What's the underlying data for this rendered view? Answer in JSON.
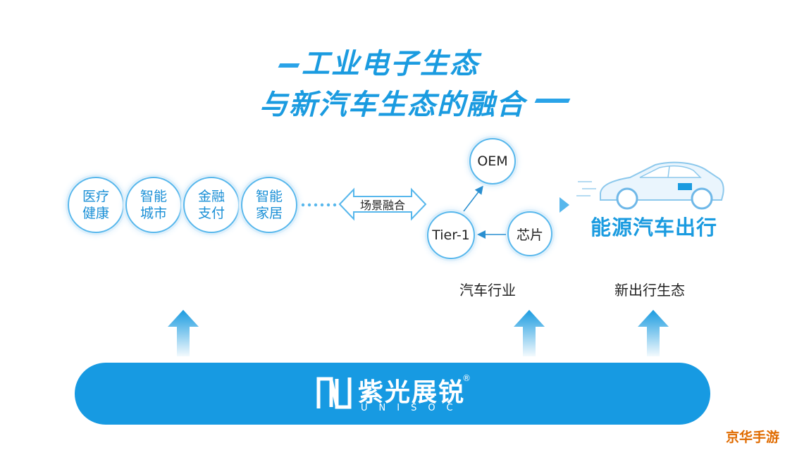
{
  "title": {
    "line1": "工业电子生态",
    "line2": "与新汽车生态的融合"
  },
  "scenarios": [
    {
      "label": "医疗健康"
    },
    {
      "label": "智能城市"
    },
    {
      "label": "金融支付"
    },
    {
      "label": "智能家居"
    }
  ],
  "fusion_label": "场景融合",
  "auto_industry": {
    "nodes": {
      "oem": "OEM",
      "tier1": "Tier-1",
      "chip": "芯片"
    },
    "caption": "汽车行业"
  },
  "new_mobility": {
    "headline": "能源汽车出行",
    "caption": "新出行生态"
  },
  "brand": {
    "name_cn": "紫光展锐",
    "name_en": "UNISOC",
    "registered": "®"
  },
  "watermark": "京华手游",
  "colors": {
    "primary": "#179ae2",
    "accent_text": "#1a9be0",
    "circle_border": "#57b7ec",
    "watermark": "#e06b00"
  }
}
